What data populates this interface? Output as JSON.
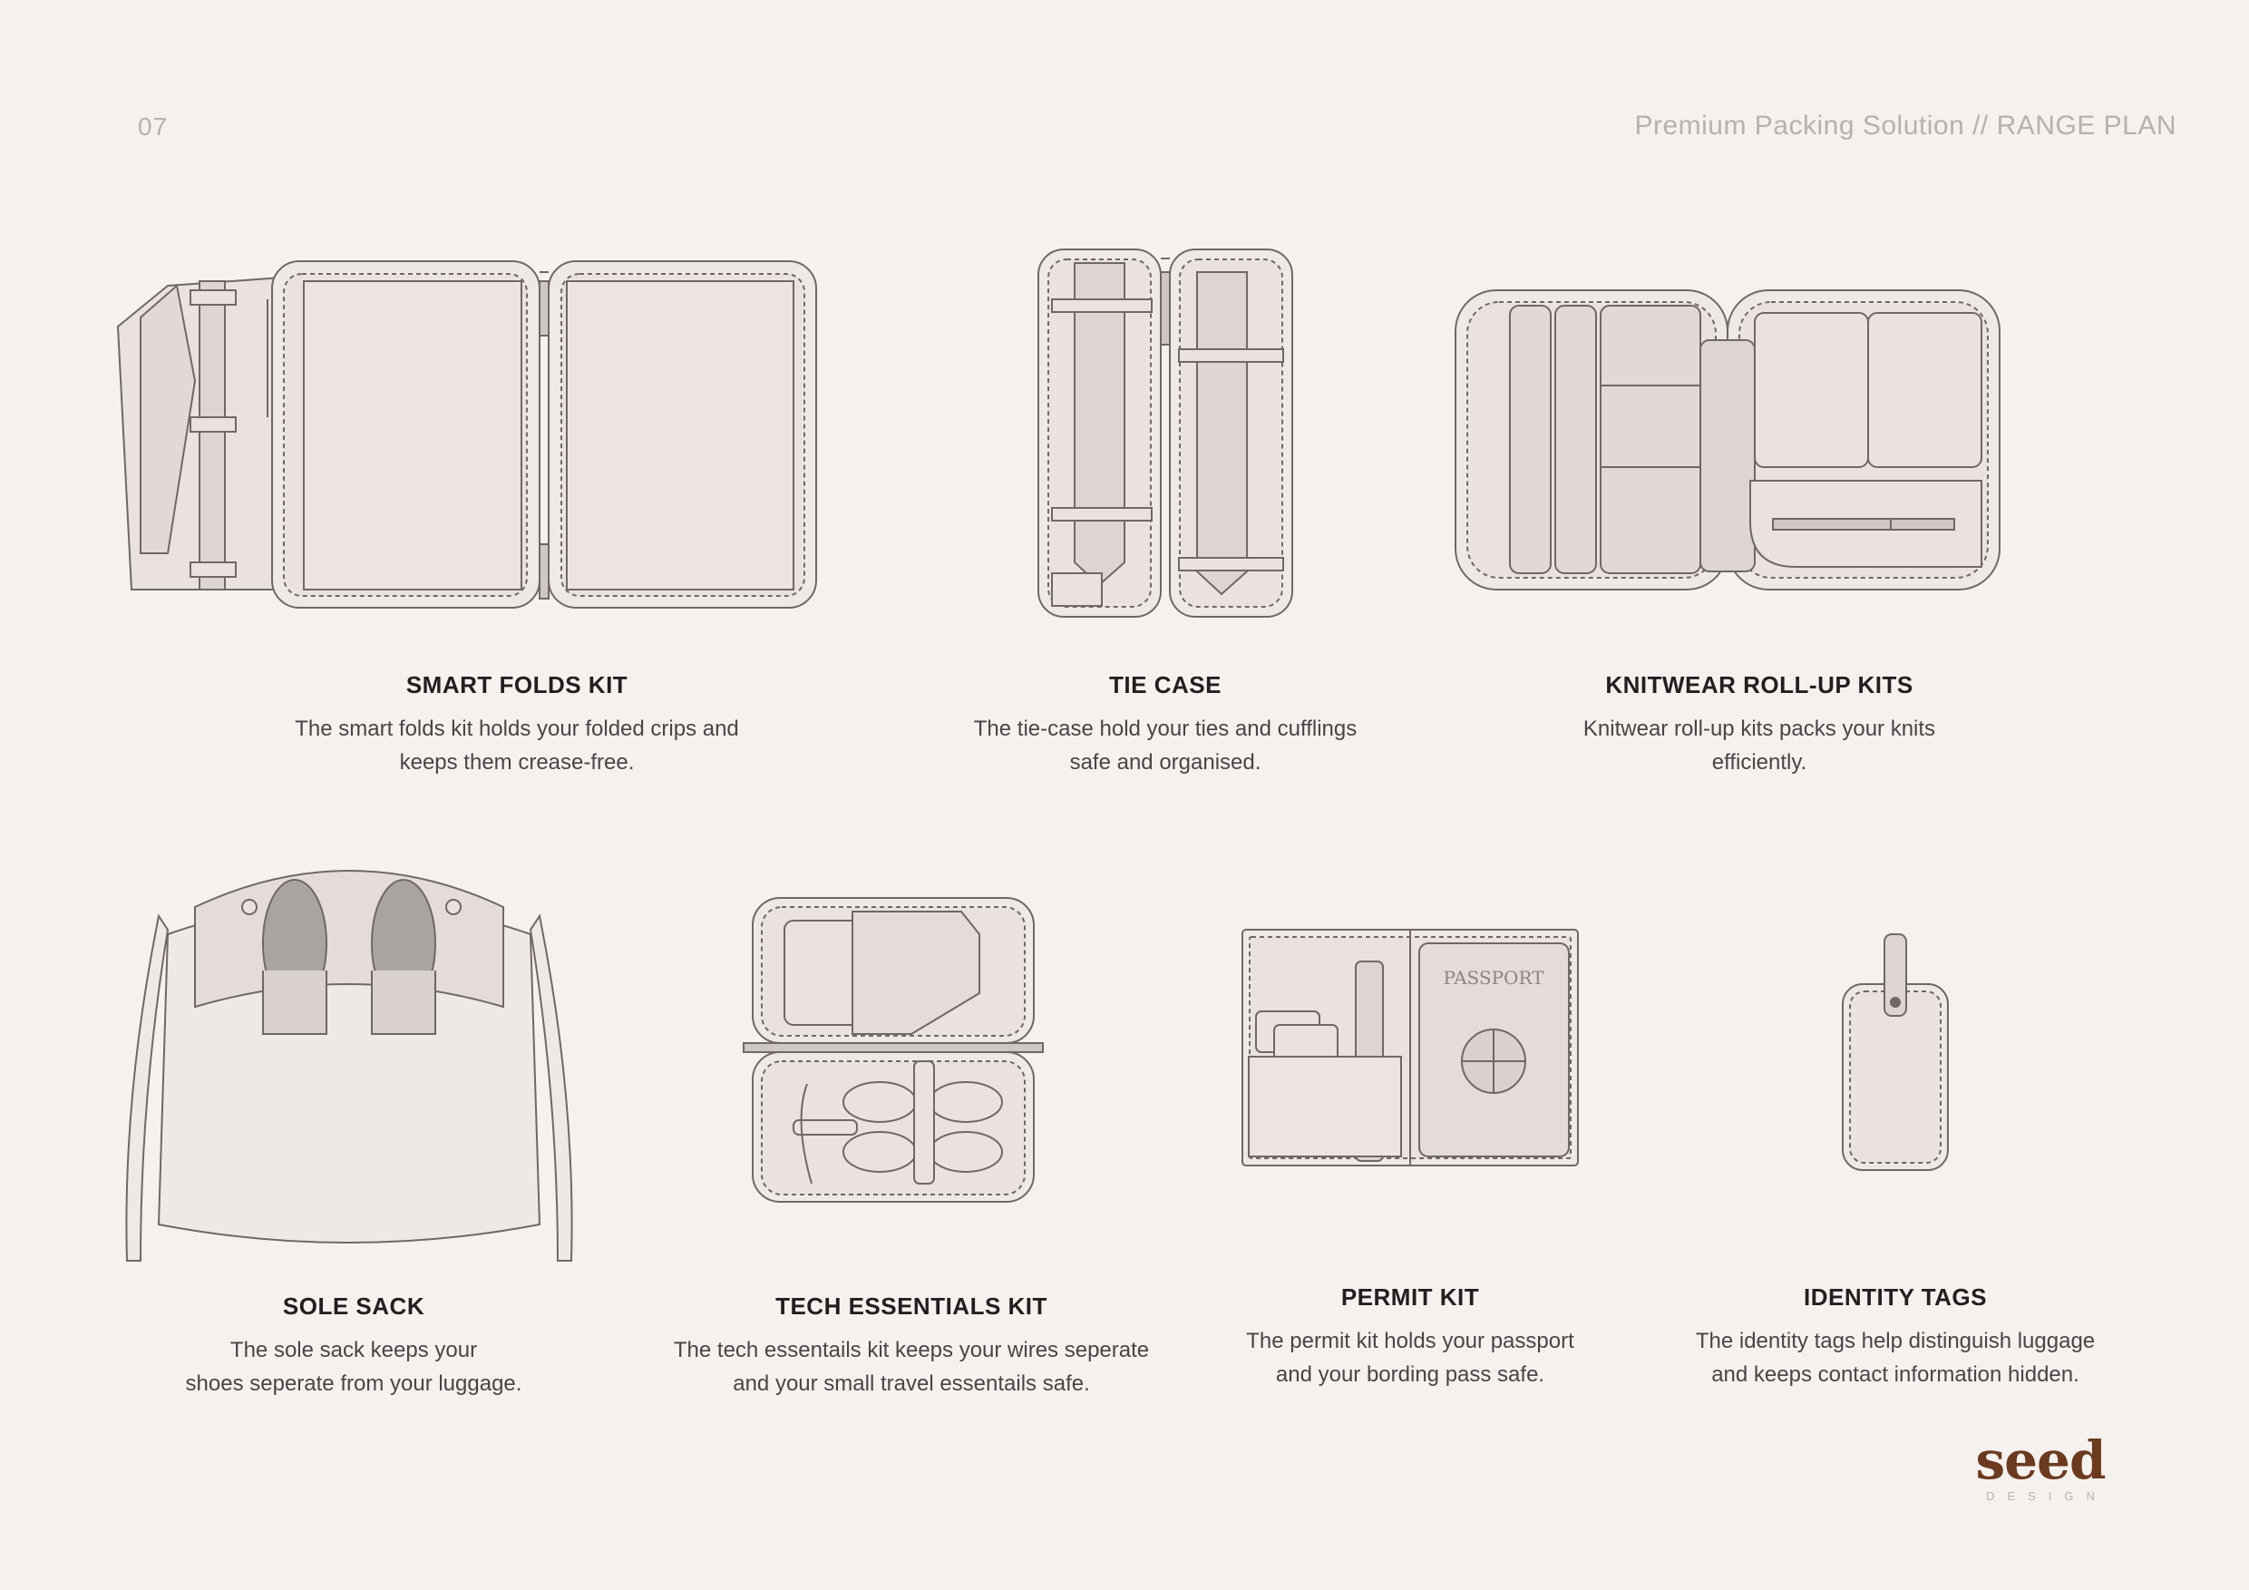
{
  "header": {
    "page_number": "07",
    "title": "Premium Packing Solution // RANGE PLAN"
  },
  "products": [
    {
      "name": "SMART FOLDS KIT",
      "line1": "The smart folds kit holds your folded crips and",
      "line2": "keeps them crease-free.",
      "icon": "smart-folds-kit-illustration"
    },
    {
      "name": "TIE CASE",
      "line1": "The tie-case hold your ties and cufflings",
      "line2": "safe and organised.",
      "icon": "tie-case-illustration"
    },
    {
      "name": "KNITWEAR ROLL-UP KITS",
      "line1": "Knitwear roll-up kits packs your knits",
      "line2": "efficiently.",
      "icon": "knitwear-kit-illustration"
    },
    {
      "name": "SOLE SACK",
      "line1": "The sole sack keeps your",
      "line2": "shoes seperate from your luggage.",
      "icon": "sole-sack-illustration"
    },
    {
      "name": "TECH ESSENTIALS KIT",
      "line1": "The tech essentails kit keeps your wires seperate",
      "line2": "and your small travel essentails safe.",
      "icon": "tech-kit-illustration"
    },
    {
      "name": "PERMIT KIT",
      "line1": "The permit kit  holds your passport",
      "line2": "and your bording pass safe.",
      "icon": "permit-kit-illustration"
    },
    {
      "name": "IDENTITY TAGS",
      "line1": "The identity tags help distinguish luggage",
      "line2": "and keeps contact information hidden.",
      "icon": "identity-tag-illustration"
    }
  ],
  "passport_label": "PASSPORT",
  "logo": {
    "word": "seed",
    "sub": "DESIGN"
  },
  "colors": {
    "background": "#f5f1ef",
    "fill": "#e9e2de",
    "line": "#6f6866",
    "brand": "#6b3a1f"
  }
}
